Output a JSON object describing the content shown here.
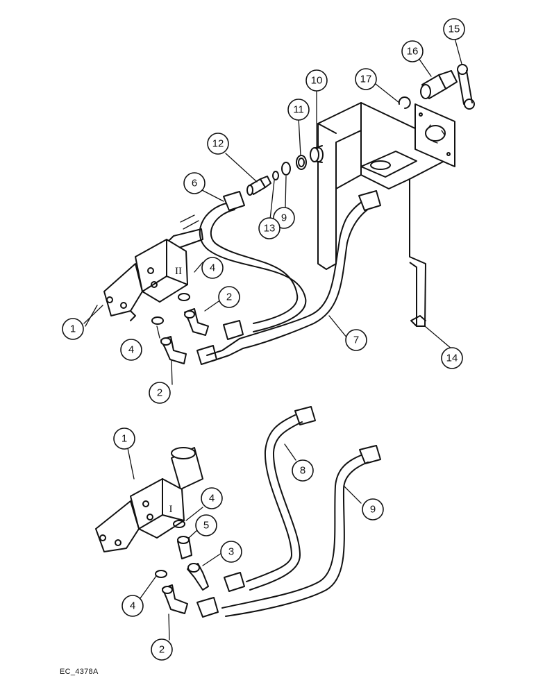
{
  "diagram": {
    "reference_code": "EC_4378A",
    "valve_markers": {
      "upper": "II",
      "lower": "I"
    },
    "callouts": [
      {
        "id": "c1-upper",
        "label": "1"
      },
      {
        "id": "c2-upper-a",
        "label": "2"
      },
      {
        "id": "c2-upper-b",
        "label": "2"
      },
      {
        "id": "c4-upper-a",
        "label": "4"
      },
      {
        "id": "c4-upper-b",
        "label": "4"
      },
      {
        "id": "c6",
        "label": "6"
      },
      {
        "id": "c7",
        "label": "7"
      },
      {
        "id": "c9-upper",
        "label": "9"
      },
      {
        "id": "c10",
        "label": "10"
      },
      {
        "id": "c11",
        "label": "11"
      },
      {
        "id": "c12",
        "label": "12"
      },
      {
        "id": "c13",
        "label": "13"
      },
      {
        "id": "c14",
        "label": "14"
      },
      {
        "id": "c15",
        "label": "15"
      },
      {
        "id": "c16",
        "label": "16"
      },
      {
        "id": "c17",
        "label": "17"
      },
      {
        "id": "c1-lower",
        "label": "1"
      },
      {
        "id": "c2-lower",
        "label": "2"
      },
      {
        "id": "c3",
        "label": "3"
      },
      {
        "id": "c4-lower-a",
        "label": "4"
      },
      {
        "id": "c4-lower-b",
        "label": "4"
      },
      {
        "id": "c5",
        "label": "5"
      },
      {
        "id": "c8",
        "label": "8"
      },
      {
        "id": "c9-lower",
        "label": "9"
      }
    ]
  }
}
